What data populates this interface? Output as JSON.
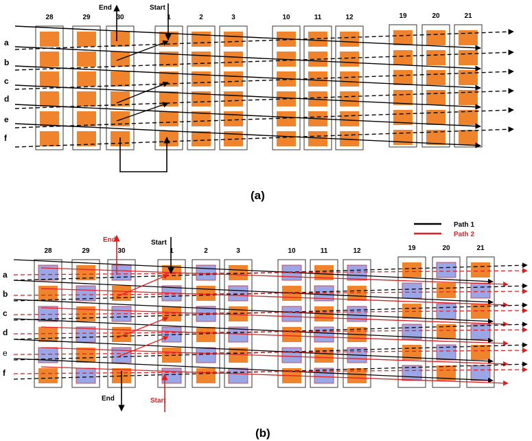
{
  "panel_a": {
    "column_labels": [
      "28",
      "29",
      "30",
      "1",
      "2",
      "3",
      "10",
      "11",
      "12",
      "19",
      "20",
      "21"
    ],
    "row_labels": [
      "a",
      "b",
      "c",
      "d",
      "e",
      "f"
    ],
    "start_label": "Start",
    "end_label": "End",
    "caption": "(a)"
  },
  "panel_b": {
    "column_labels": [
      "28",
      "29",
      "30",
      "1",
      "2",
      "3",
      "10",
      "11",
      "12",
      "19",
      "20",
      "21"
    ],
    "row_labels": [
      "a",
      "b",
      "c",
      "d",
      "e",
      "f"
    ],
    "start_label_path1": "Start",
    "end_label_path1": "End",
    "start_label_path2": "Start",
    "end_label_path2": "End",
    "legend": [
      {
        "label": "Path 1",
        "color": "#000000"
      },
      {
        "label": "Path 2",
        "color": "#e02020"
      }
    ],
    "caption": "(b)"
  },
  "colors": {
    "cell_orange": "#f0842c",
    "cell_blue": "#9aa6e6",
    "path1": "#000000",
    "path2": "#e02020"
  }
}
